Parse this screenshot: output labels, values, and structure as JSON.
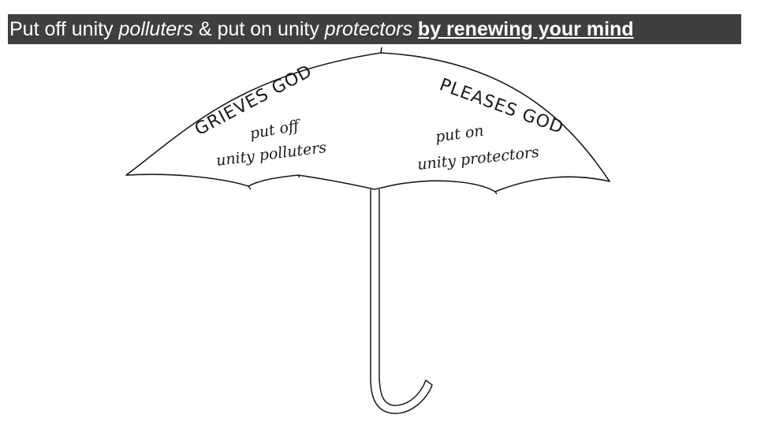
{
  "title": {
    "part1": "Put off unity ",
    "polluters": "polluters",
    "part2": " & put on unity ",
    "protectors": "protectors",
    "part3": " ",
    "emphasis": "by renewing your mind"
  },
  "umbrella": {
    "left_heading": "GRIEVES GOD",
    "left_line1": "put off",
    "left_line2": "unity polluters",
    "right_heading": "PLEASES GOD",
    "right_line1": "put on",
    "right_line2": "unity protectors"
  },
  "colors": {
    "title_bg": "#3f3f3f",
    "title_text": "#ffffff",
    "ink": "#1a1a1a"
  }
}
